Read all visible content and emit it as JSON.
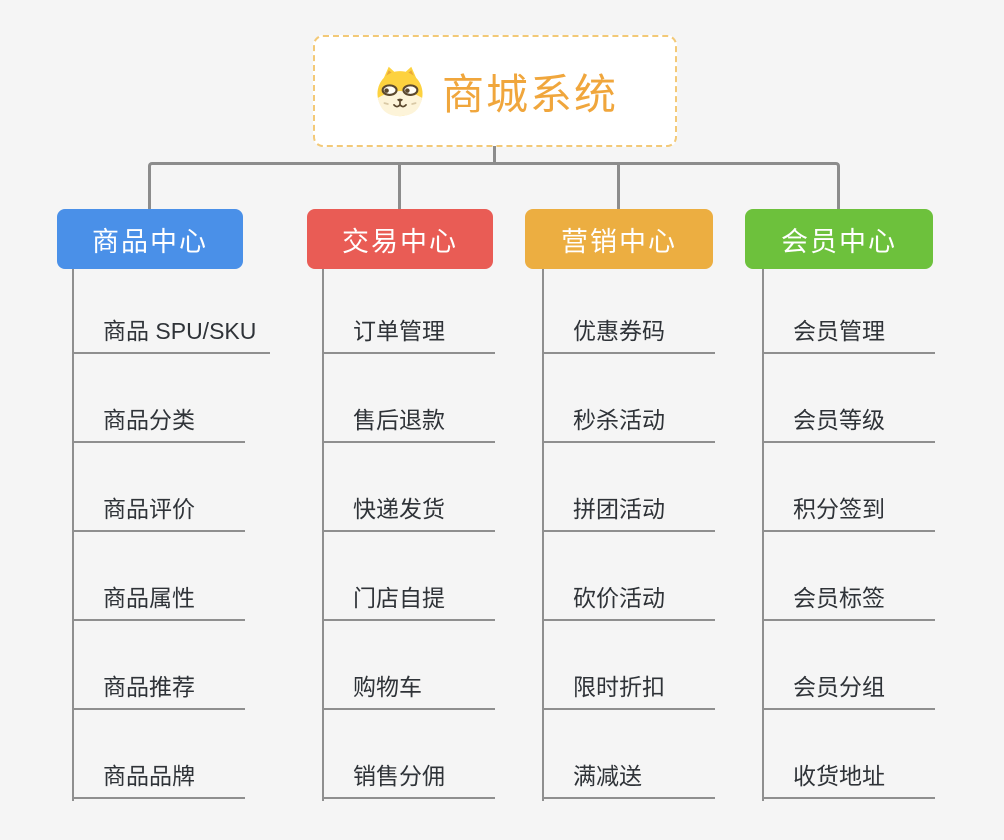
{
  "root": {
    "title": "商城系统",
    "icon": "dog-face-icon"
  },
  "branches": [
    {
      "label": "商品中心",
      "color": "#4a90e8",
      "children": [
        "商品 SPU/SKU",
        "商品分类",
        "商品评价",
        "商品属性",
        "商品推荐",
        "商品品牌"
      ]
    },
    {
      "label": "交易中心",
      "color": "#e95c55",
      "children": [
        "订单管理",
        "售后退款",
        "快递发货",
        "门店自提",
        "购物车",
        "销售分佣"
      ]
    },
    {
      "label": "营销中心",
      "color": "#ecae41",
      "children": [
        "优惠券码",
        "秒杀活动",
        "拼团活动",
        "砍价活动",
        "限时折扣",
        "满减送"
      ]
    },
    {
      "label": "会员中心",
      "color": "#6dc13c",
      "children": [
        "会员管理",
        "会员等级",
        "积分签到",
        "会员标签",
        "会员分组",
        "收货地址"
      ]
    }
  ],
  "colors": {
    "background": "#f5f5f5",
    "connector": "#8c8c8c",
    "root_text": "#f0a63c",
    "root_border": "#f3c977",
    "sub_text": "#2f3338",
    "branch_text": "#ffffff"
  }
}
